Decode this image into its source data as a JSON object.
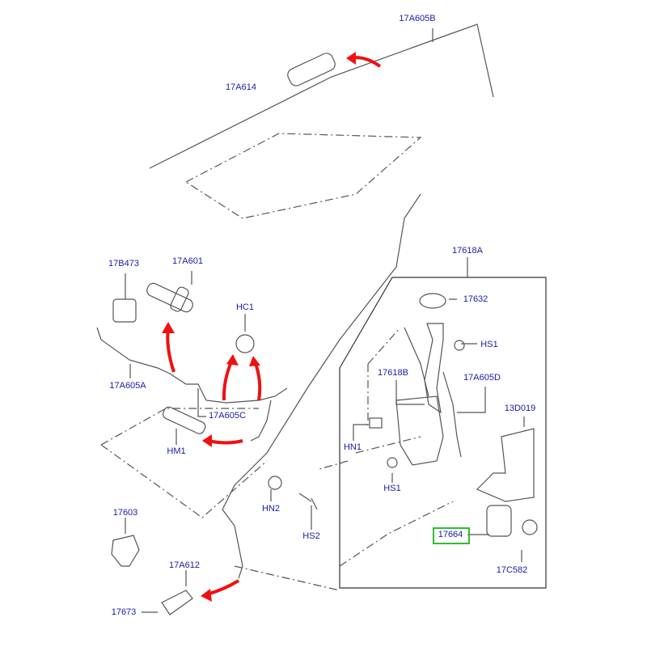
{
  "labels": {
    "l17A605B": "17A605B",
    "l17A614": "17A614",
    "l17B473": "17B473",
    "l17A601": "17A601",
    "lHC1": "HC1",
    "l17A605A": "17A605A",
    "l17A605C": "17A605C",
    "lHM1": "HM1",
    "l17618A": "17618A",
    "l17632": "17632",
    "lHS1a": "HS1",
    "l17618B": "17618B",
    "l17A605D": "17A605D",
    "l13D019": "13D019",
    "lHN1": "HN1",
    "lHS1b": "HS1",
    "lHN2": "HN2",
    "lHS2": "HS2",
    "l17603": "17603",
    "l17664": "17664",
    "l17C582": "17C582",
    "l17A612": "17A612",
    "l17673": "17673"
  },
  "highlighted_part": "17664",
  "colors": {
    "label": "#1a1aa8",
    "arrow": "#ee1111",
    "highlight": "#2ec02e",
    "line": "#333333"
  }
}
